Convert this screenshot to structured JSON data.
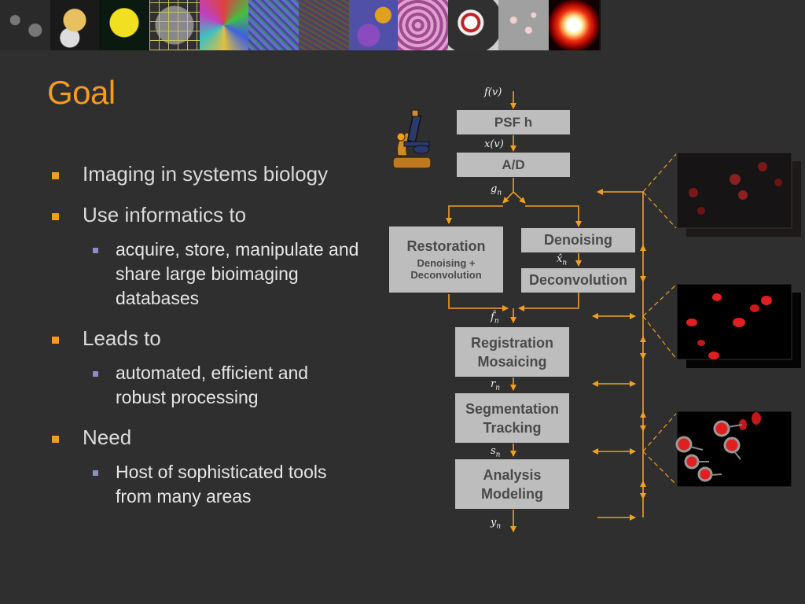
{
  "header": {
    "tiles": [
      {
        "name": "cells-outline-tile",
        "color": "#3a3a3a"
      },
      {
        "name": "fractal-tile",
        "color": "#7a5a2a"
      },
      {
        "name": "yellow-neuron-tile",
        "color": "#1a2a10"
      },
      {
        "name": "grid-scan-tile",
        "color": "#505050"
      },
      {
        "name": "colored-cells-tile",
        "color": "#3b5a6e"
      },
      {
        "name": "blue-texture-tile",
        "color": "#4a4aa0"
      },
      {
        "name": "noise-texture-tile",
        "color": "#5a3a4a"
      },
      {
        "name": "segmentation-tile",
        "color": "#5a5aa0"
      },
      {
        "name": "tissue-tile",
        "color": "#c07aa8"
      },
      {
        "name": "ring-tile",
        "color": "#606060"
      },
      {
        "name": "spots-tile",
        "color": "#9a9a9a"
      },
      {
        "name": "glow-tile",
        "color": "#c01010"
      }
    ]
  },
  "title": "Goal",
  "bullets": [
    {
      "text": "Imaging in systems biology",
      "sub": []
    },
    {
      "text": "Use informatics to",
      "sub": [
        "acquire, store, manipulate and share large bioimaging databases"
      ]
    },
    {
      "text": "Leads to",
      "sub": [
        "automated, efficient and robust processing"
      ]
    },
    {
      "text": "Need",
      "sub": [
        "Host of sophisticated tools from many areas"
      ]
    }
  ],
  "diagram": {
    "boxes": {
      "psf": "PSF h",
      "ad": "A/D",
      "restoration_title": "Restoration",
      "restoration_sub1": "Denoising +",
      "restoration_sub2": "Deconvolution",
      "denoising": "Denoising",
      "deconvolution": "Deconvolution",
      "registration1": "Registration",
      "registration2": "Mosaicing",
      "segmentation1": "Segmentation",
      "segmentation2": "Tracking",
      "analysis1": "Analysis",
      "analysis2": "Modeling"
    },
    "math": {
      "f": "f(v)",
      "x": "x(v)",
      "g": "g",
      "g_sub": "n",
      "xhat": "x̂",
      "xhat_sub": "n",
      "fhat": "f̂",
      "fhat_sub": "n",
      "r": "r",
      "r_sub": "n",
      "s": "s",
      "s_sub": "n",
      "y": "y",
      "y_sub": "n"
    },
    "colors": {
      "arrow": "#f0a020",
      "box": "#bdbdbd",
      "box_text": "#4a4a4a",
      "cell_red": "#e02020"
    }
  }
}
